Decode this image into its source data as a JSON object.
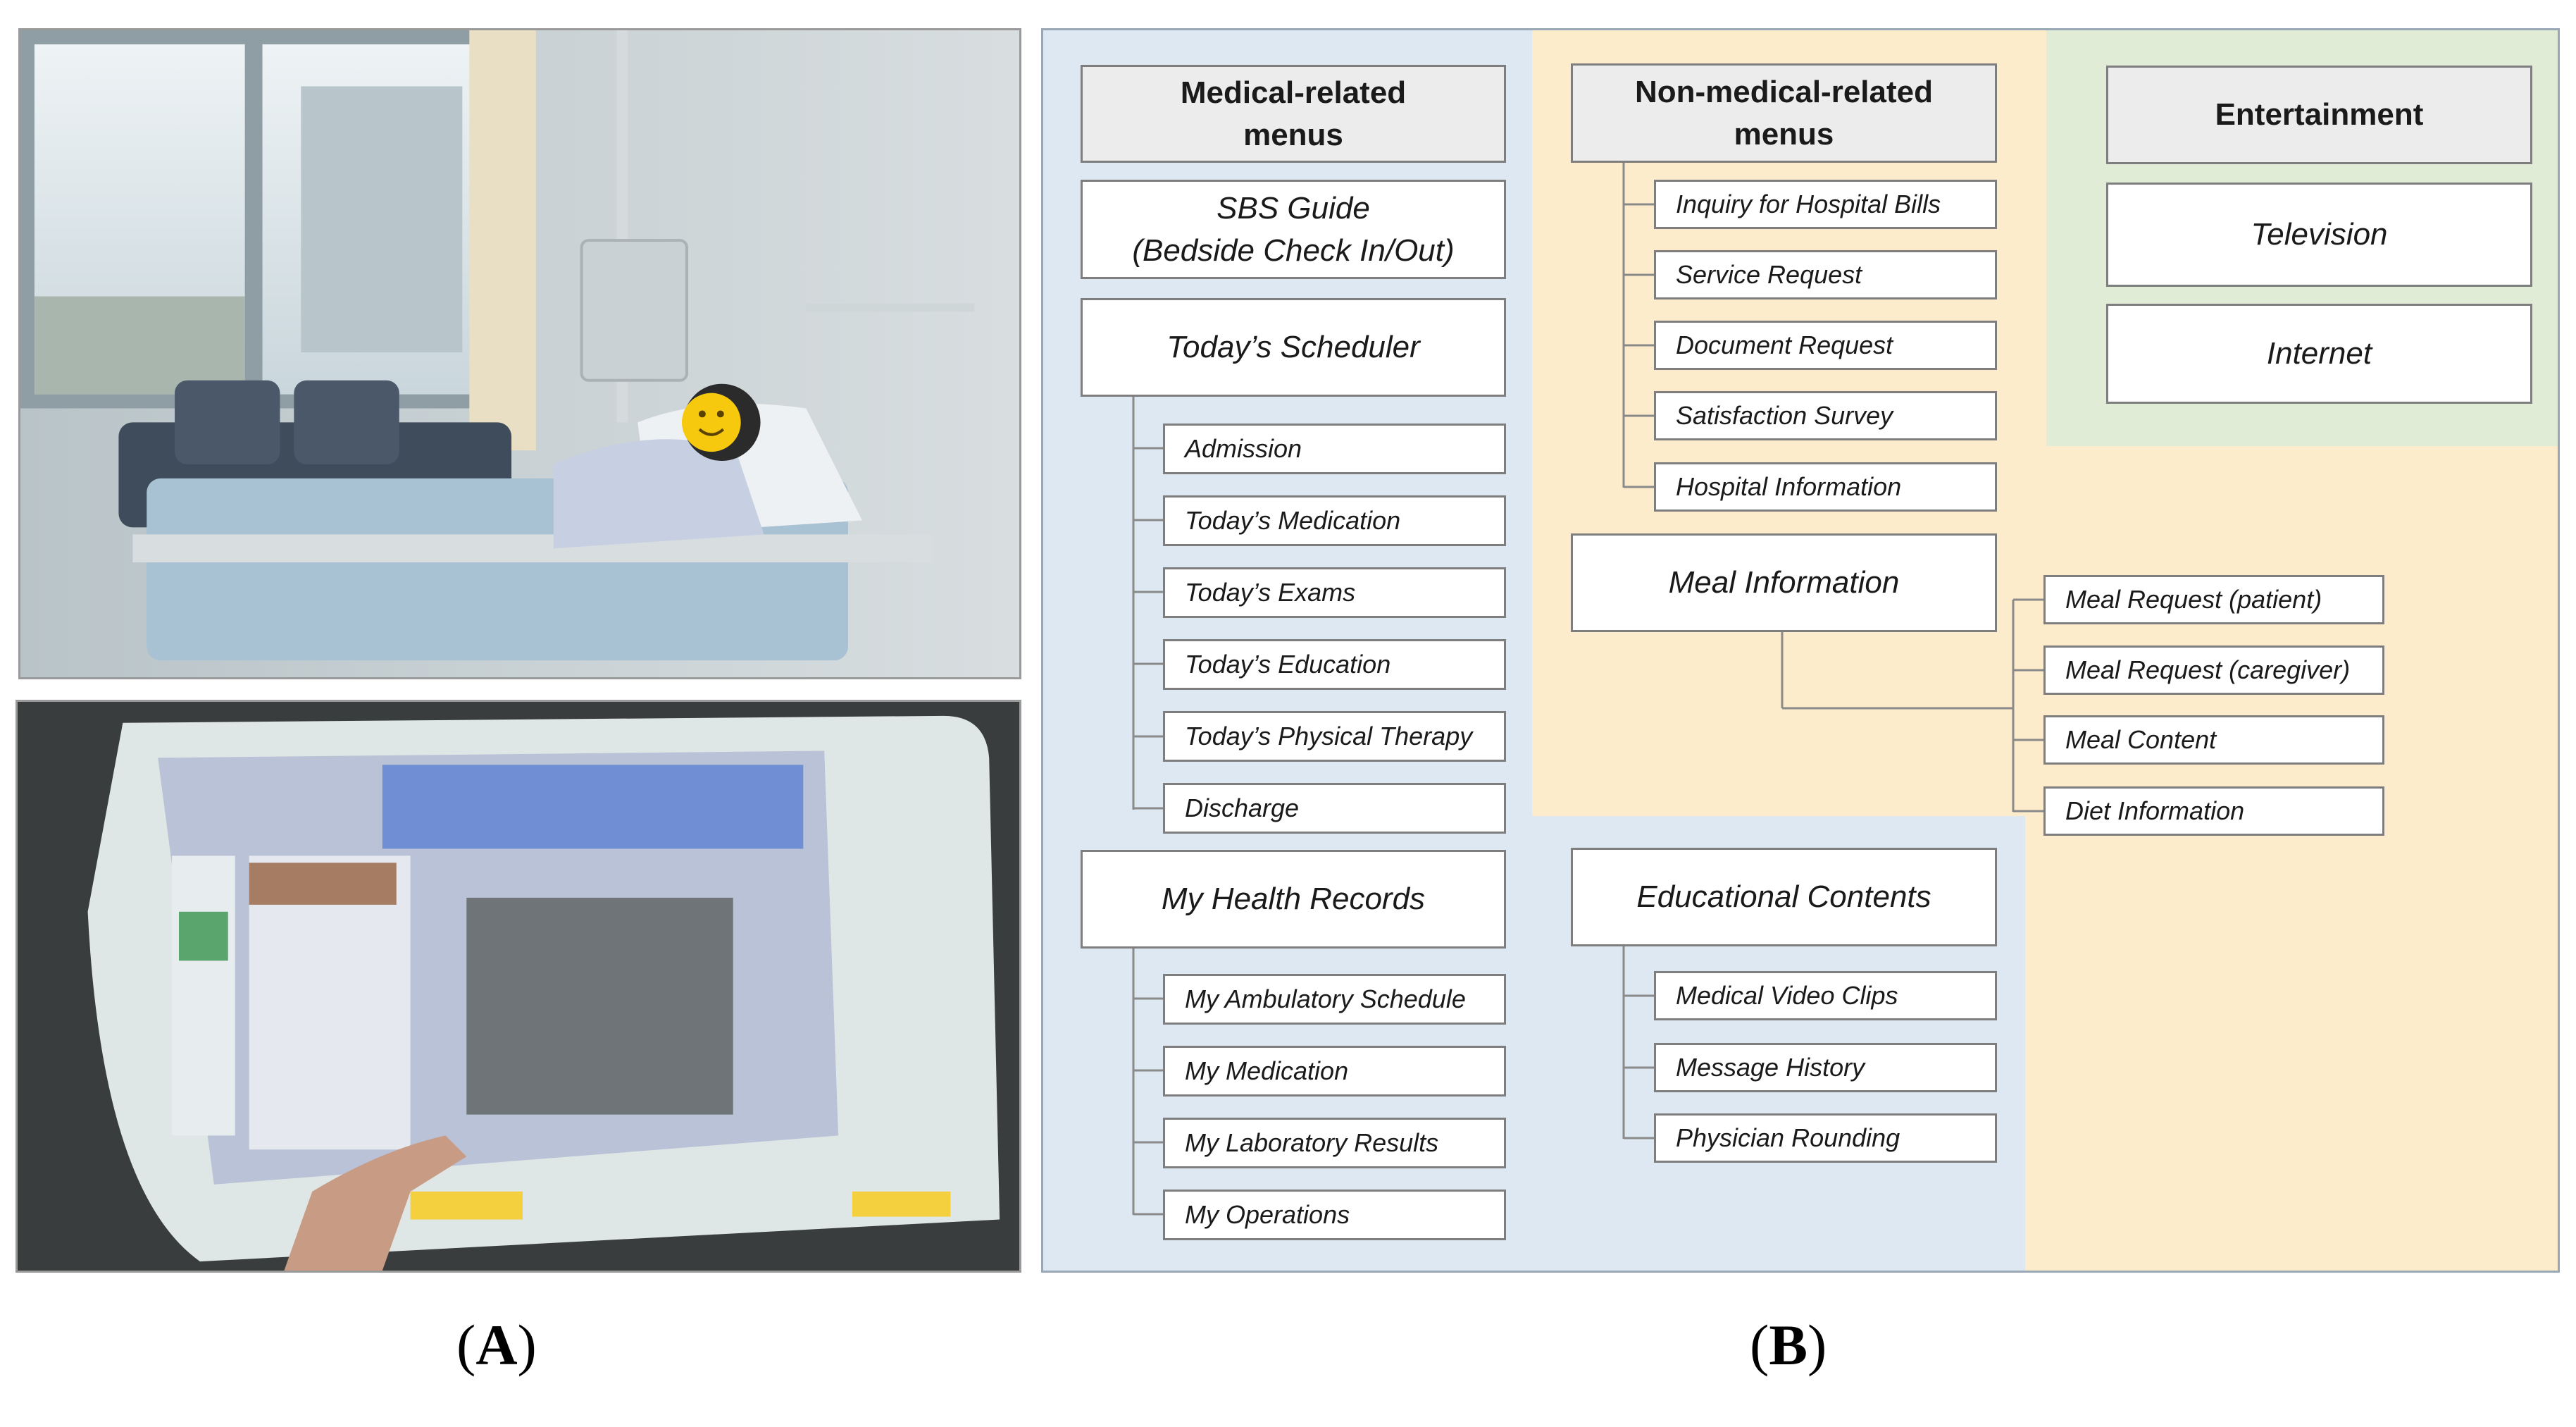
{
  "panel_labels": {
    "a": "A",
    "b": "B"
  },
  "medical_menus": {
    "header": [
      "Medical-related",
      "menus"
    ],
    "sbs_guide": [
      "SBS Guide",
      "(Bedside Check In/Out)"
    ],
    "todays_scheduler": {
      "label": "Today’s Scheduler",
      "items": [
        "Admission",
        "Today’s Medication",
        "Today’s Exams",
        "Today’s Education",
        "Today’s Physical Therapy",
        "Discharge"
      ]
    },
    "my_health_records": {
      "label": "My Health Records",
      "items": [
        "My Ambulatory Schedule",
        "My Medication",
        "My Laboratory Results",
        "My Operations"
      ]
    }
  },
  "non_medical_menus": {
    "header": [
      "Non-medical-related",
      "menus"
    ],
    "items": [
      "Inquiry for Hospital Bills",
      "Service Request",
      "Document Request",
      "Satisfaction Survey",
      "Hospital Information"
    ],
    "meal_information": {
      "label": "Meal Information",
      "items": [
        "Meal Request (patient)",
        "Meal Request (caregiver)",
        "Meal Content",
        "Diet Information"
      ]
    },
    "educational_contents": {
      "label": "Educational Contents",
      "items": [
        "Medical Video Clips",
        "Message History",
        "Physician Rounding"
      ]
    }
  },
  "entertainment": {
    "header": "Entertainment",
    "items": [
      "Television",
      "Internet"
    ]
  },
  "colors": {
    "medical_region": "#dde8f3",
    "non_medical_region": "#fdeccc",
    "entertainment_region": "#e1ecd6",
    "header_fill": "#ececec",
    "box_border": "#7e7e7e",
    "connector": "#8a8a8a"
  }
}
